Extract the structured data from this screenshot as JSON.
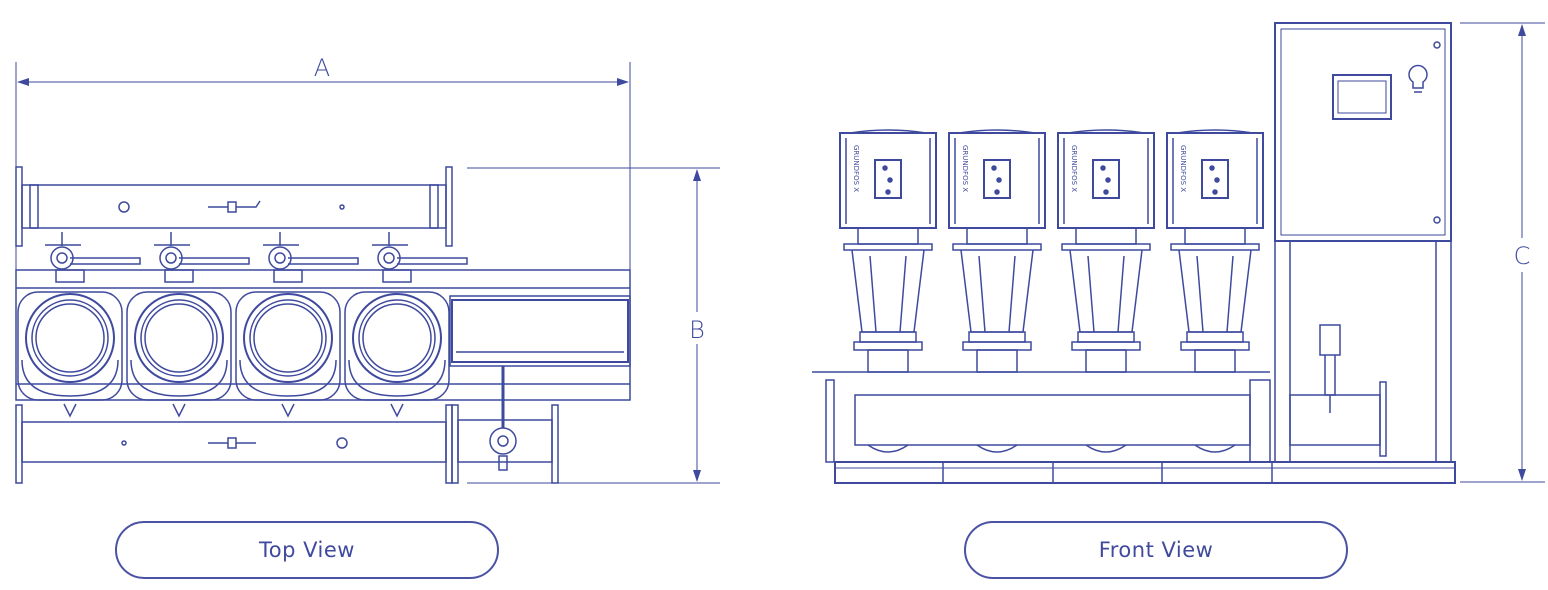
{
  "dimensions": {
    "a": "A",
    "b": "B",
    "c": "C"
  },
  "buttons": {
    "top_view": "Top View",
    "front_view": "Front View"
  },
  "pump_brand": "GRUNDFOS X",
  "pump_count": 4,
  "colors": {
    "line": "#3f4a9e",
    "background": "#ffffff"
  }
}
